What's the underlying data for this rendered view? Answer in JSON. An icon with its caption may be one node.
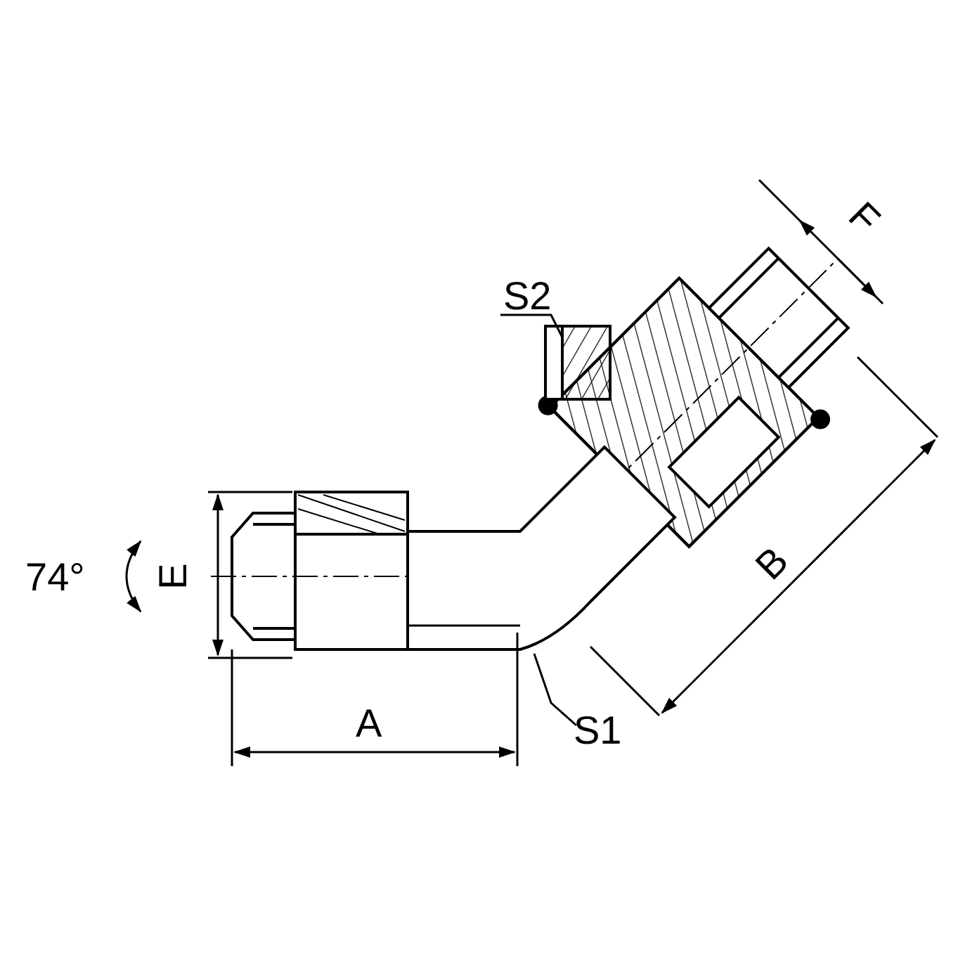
{
  "diagram": {
    "nodes": [
      {
        "text": [
          "S2"
        ]
      },
      {
        "text": [],
        "shape": "picture"
      },
      {
        "text": [
          "S1"
        ]
      },
      {
        "text": [],
        "shape": "picture"
      }
    ],
    "edges": [
      {
        "from": 0,
        "to": 1,
        "arrow": "none"
      },
      {
        "from": 2,
        "to": 3,
        "arrow": "none"
      }
    ],
    "labels": [
      "F",
      "74°",
      "E",
      "B",
      "A"
    ]
  }
}
